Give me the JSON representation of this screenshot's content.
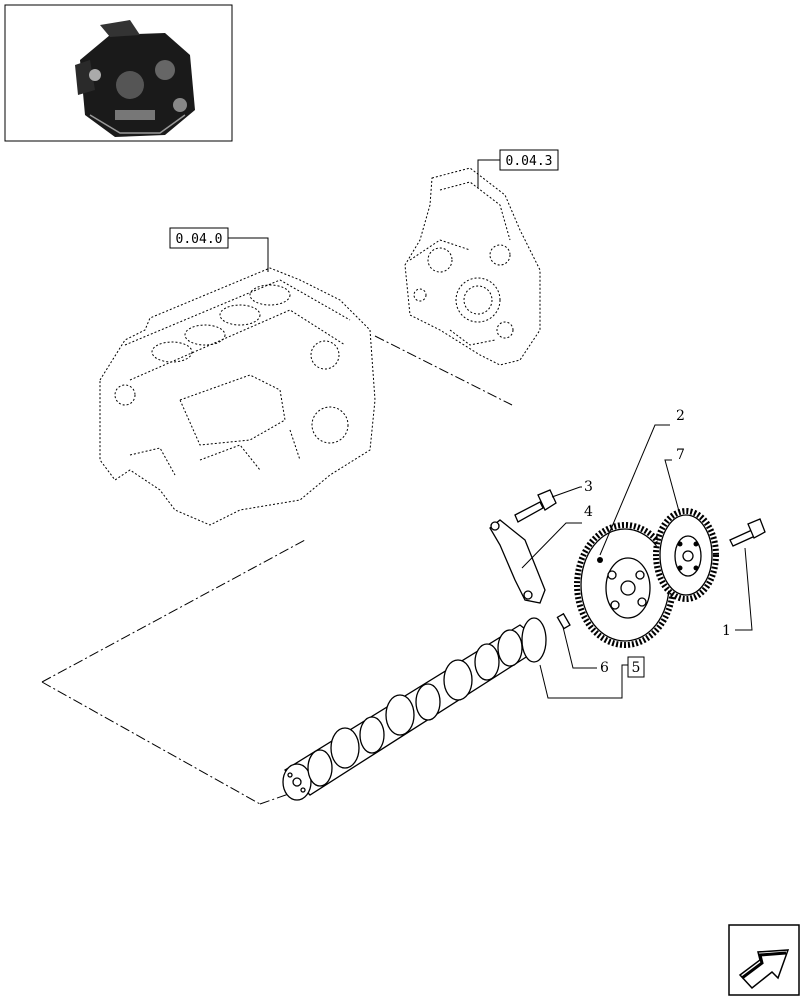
{
  "refs": {
    "block_ref": "0.04.0",
    "cover_ref": "0.04.3"
  },
  "callouts": {
    "c1": "1",
    "c2": "2",
    "c3": "3",
    "c4": "4",
    "c5": "5",
    "c6": "6",
    "c7": "7"
  },
  "icons": {
    "thumbnail": "engine-thumbnail-icon",
    "navigation": "next-page-arrow-icon"
  }
}
